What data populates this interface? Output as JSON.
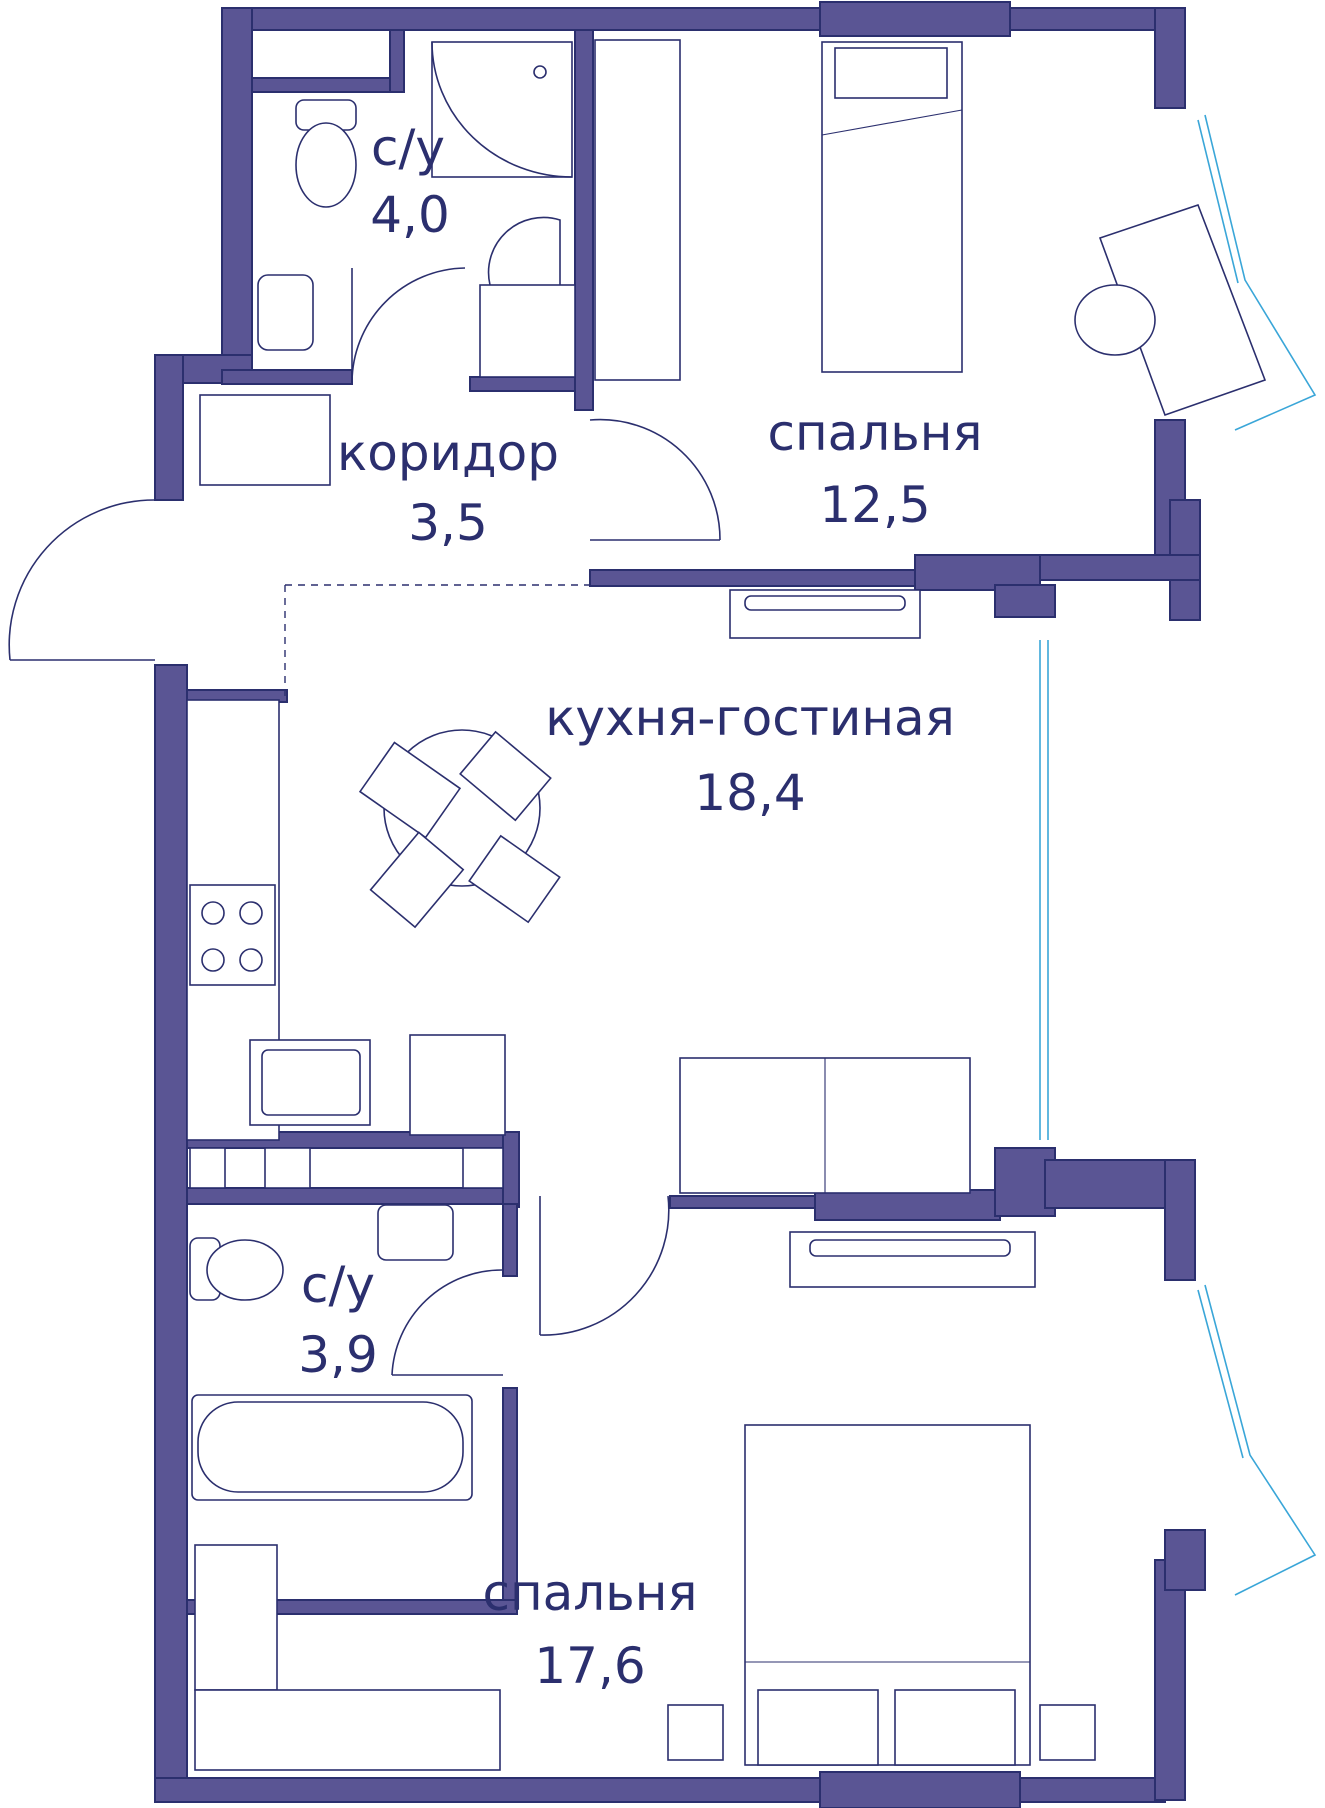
{
  "colors": {
    "wall": "#5a5594",
    "line": "#2b2f6e",
    "glass": "#3aa6d8",
    "label": "#2b2f6e"
  },
  "rooms": [
    {
      "name": "bathroom-1",
      "label": "с/у",
      "area": "4,0"
    },
    {
      "name": "corridor",
      "label": "коридор",
      "area": "3,5"
    },
    {
      "name": "bedroom-1",
      "label": "спальня",
      "area": "12,5"
    },
    {
      "name": "kitchen-living",
      "label": "кухня-гостиная",
      "area": "18,4"
    },
    {
      "name": "bathroom-2",
      "label": "с/у",
      "area": "3,9"
    },
    {
      "name": "bedroom-2",
      "label": "спальня",
      "area": "17,6"
    }
  ]
}
